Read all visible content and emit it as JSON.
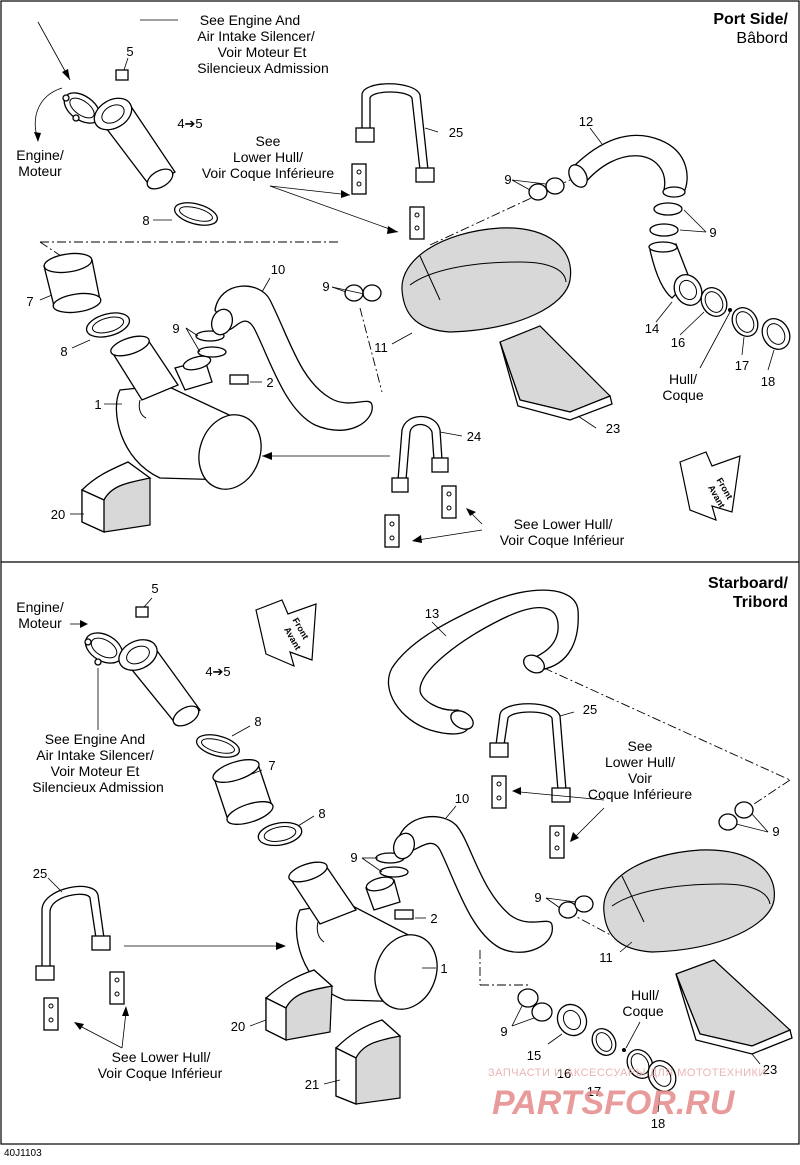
{
  "diagram_code": "40J1103",
  "port": {
    "header_en": "Port Side/",
    "header_fr": "Bâbord",
    "engine_ref": [
      "See Engine And",
      "Air Intake Silencer/",
      "Voir Moteur Et",
      "Silencieux Admission"
    ],
    "engine": [
      "Engine/",
      "Moteur"
    ],
    "lower_hull_top": [
      "See",
      "Lower Hull/",
      "Voir Coque Inférieure"
    ],
    "lower_hull_bottom": [
      "See Lower Hull/",
      "Voir Coque Inférieur"
    ],
    "hull": [
      "Hull/",
      "Coque"
    ],
    "front": [
      "Front",
      "Avant"
    ],
    "parts": {
      "p1": "1",
      "p2": "2",
      "p45": "4➔5",
      "p5": "5",
      "p7": "7",
      "p8a": "8",
      "p8b": "8",
      "p9a": "9",
      "p9b": "9",
      "p9c": "9",
      "p9d": "9",
      "p10": "10",
      "p11": "11",
      "p12": "12",
      "p14": "14",
      "p16": "16",
      "p17": "17",
      "p18": "18",
      "p20": "20",
      "p23": "23",
      "p24": "24",
      "p25": "25"
    }
  },
  "starboard": {
    "header_en": "Starboard/",
    "header_fr": "Tribord",
    "engine": [
      "Engine/",
      "Moteur"
    ],
    "engine_ref": [
      "See Engine And",
      "Air Intake Silencer/",
      "Voir Moteur Et",
      "Silencieux Admission"
    ],
    "lower_hull_top": [
      "See",
      "Lower Hull/",
      "Voir",
      "Coque Inférieure"
    ],
    "lower_hull_bottom": [
      "See Lower Hull/",
      "Voir Coque Inférieur"
    ],
    "hull": [
      "Hull/",
      "Coque"
    ],
    "front": [
      "Front",
      "Avant"
    ],
    "parts": {
      "p1": "1",
      "p2": "2",
      "p45": "4➔5",
      "p5": "5",
      "p7": "7",
      "p8a": "8",
      "p8b": "8",
      "p9a": "9",
      "p9b": "9",
      "p9c": "9",
      "p9d": "9",
      "p10": "10",
      "p11": "11",
      "p13": "13",
      "p15": "15",
      "p16": "16",
      "p17": "17",
      "p18": "18",
      "p20": "20",
      "p21": "21",
      "p23": "23",
      "p25a": "25",
      "p25b": "25"
    }
  },
  "watermark": {
    "line": "ЗАПЧАСТИ И АКСЕССУАРЫ ДЛЯ МОТОТЕХНИКИ",
    "brand": "PARTSFOR.RU"
  }
}
